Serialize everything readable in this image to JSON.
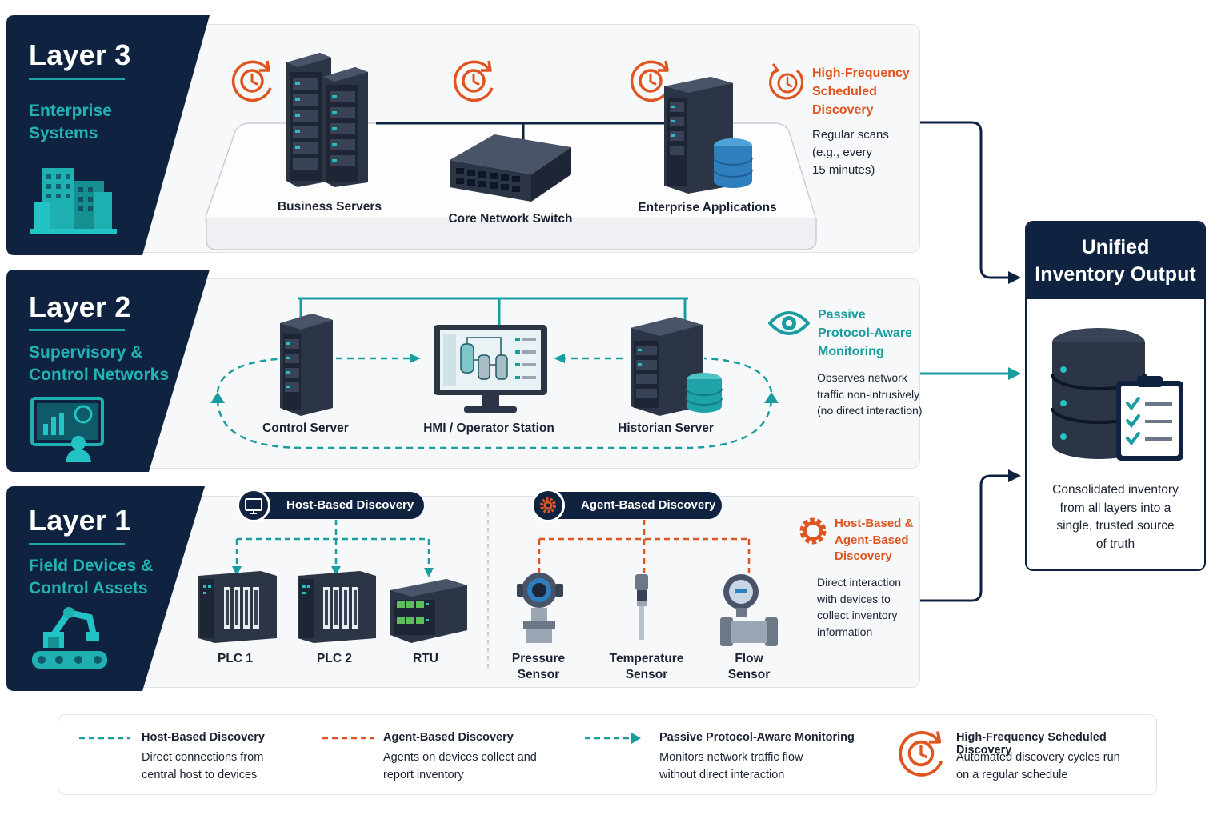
{
  "layers": [
    {
      "title": "Layer 3",
      "subtitle_lines": [
        "Enterprise",
        "Systems"
      ]
    },
    {
      "title": "Layer 2",
      "subtitle_lines": [
        "Supervisory &",
        "Control Networks"
      ]
    },
    {
      "title": "Layer 1",
      "subtitle_lines": [
        "Field Devices &",
        "Control Assets"
      ]
    }
  ],
  "layer3": {
    "devices": [
      "Business Servers",
      "Core Network Switch",
      "Enterprise Applications"
    ],
    "method_title_lines": [
      "High-Frequency",
      "Scheduled",
      "Discovery"
    ],
    "method_desc_lines": [
      "Regular scans",
      "(e.g., every",
      "15 minutes)"
    ]
  },
  "layer2": {
    "devices": [
      "Control Server",
      "HMI / Operator Station",
      "Historian Server"
    ],
    "method_title_lines": [
      "Passive",
      "Protocol-Aware",
      "Monitoring"
    ],
    "method_desc_lines": [
      "Observes network",
      "traffic non-intrusively",
      "(no direct interaction)"
    ]
  },
  "layer1": {
    "host_pill": "Host-Based Discovery",
    "agent_pill": "Agent-Based Discovery",
    "devices": [
      "PLC 1",
      "PLC 2",
      "RTU"
    ],
    "sensors": [
      [
        "Pressure",
        "Sensor"
      ],
      [
        "Temperature",
        "Sensor"
      ],
      [
        "Flow",
        "Sensor"
      ]
    ],
    "method_title_lines": [
      "Host-Based &",
      "Agent-Based",
      "Discovery"
    ],
    "method_desc_lines": [
      "Direct interaction",
      "with devices to",
      "collect inventory",
      "information"
    ]
  },
  "output": {
    "title_lines": [
      "Unified",
      "Inventory Output"
    ],
    "desc_lines": [
      "Consolidated inventory",
      "from all layers into a",
      "single, trusted source",
      "of truth"
    ]
  },
  "legend": [
    {
      "title": "Host-Based Discovery",
      "desc_lines": [
        "Direct connections from",
        "central host to devices"
      ],
      "icon": "teal-dashed-line"
    },
    {
      "title": "Agent-Based Discovery",
      "desc_lines": [
        "Agents on devices collect and",
        "report inventory"
      ],
      "icon": "orange-dashed-line"
    },
    {
      "title": "Passive Protocol-Aware Monitoring",
      "desc_lines": [
        "Monitors network traffic flow",
        "without direct interaction"
      ],
      "icon": "teal-dashed-arrow"
    },
    {
      "title": "High-Frequency Scheduled Discovery",
      "desc_lines": [
        "Automated discovery cycles run",
        "on a regular schedule"
      ],
      "icon": "clock-cycle-icon"
    }
  ],
  "colors": {
    "navy": "#0f2340",
    "teal": "#1a9da0",
    "orange": "#e0541f",
    "panel": "#f7f8fa"
  }
}
